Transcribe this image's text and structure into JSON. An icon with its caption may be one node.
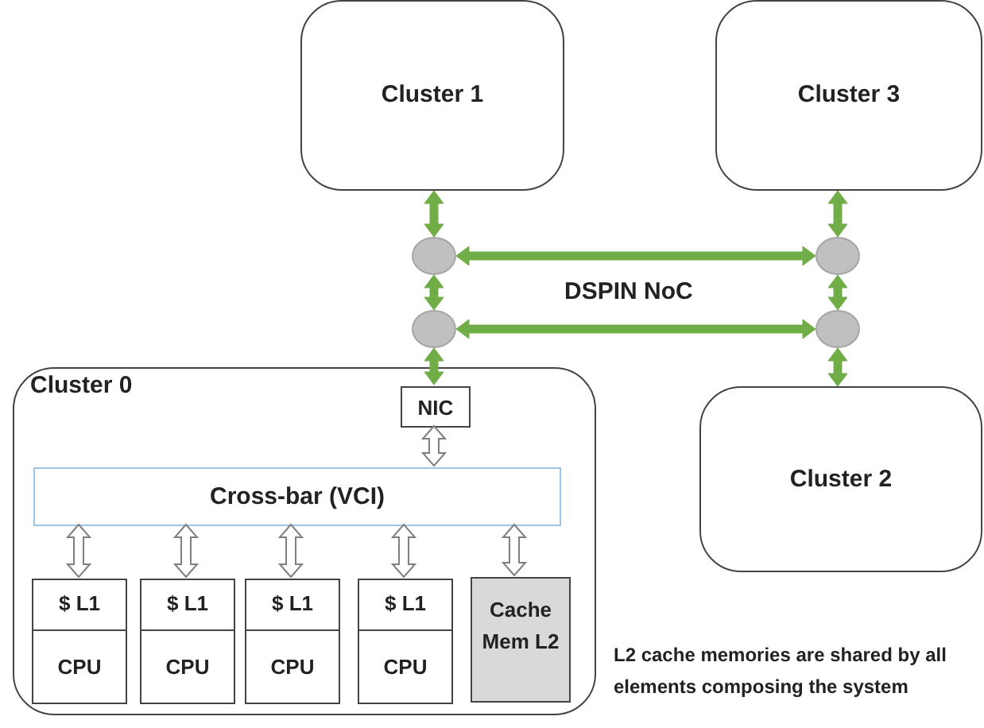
{
  "diagram": {
    "nodes": [
      {
        "text": [
          "Cluster 1"
        ]
      },
      {
        "text": [
          "Cluster 3"
        ]
      },
      {
        "text": [],
        "shape": "circle"
      },
      {
        "text": [],
        "shape": "circle"
      },
      {
        "text": [],
        "shape": "circle"
      },
      {
        "text": [],
        "shape": "circle"
      },
      {
        "text": [
          "Cluster 0"
        ]
      },
      {
        "text": [
          "NIC"
        ],
        "in": 6
      },
      {
        "text": [
          "Cross-bar (VCI)"
        ],
        "in": 6
      },
      {
        "text": [
          "$ L1",
          "CPU"
        ],
        "in": 6
      },
      {
        "text": [
          "$ L1",
          "CPU"
        ],
        "in": 6
      },
      {
        "text": [
          "$ L1",
          "CPU"
        ],
        "in": 6
      },
      {
        "text": [
          "$ L1",
          "CPU"
        ],
        "in": 6
      },
      {
        "text": [
          "Cache Mem L2"
        ],
        "in": 6
      },
      {
        "text": [
          "Cluster 2"
        ]
      }
    ],
    "edges": [
      {
        "from": 0,
        "to": 2,
        "arrow": "both",
        "style": "thick",
        "color": "#70ad47"
      },
      {
        "from": 2,
        "to": 3,
        "arrow": "both",
        "style": "thick",
        "color": "#70ad47"
      },
      {
        "from": 1,
        "to": 3,
        "arrow": "both",
        "style": "thick",
        "color": "#70ad47"
      },
      {
        "from": 2,
        "to": 4,
        "arrow": "both",
        "style": "thick",
        "color": "#70ad47"
      },
      {
        "from": 3,
        "to": 5,
        "arrow": "both",
        "style": "thick",
        "color": "#70ad47"
      },
      {
        "from": 4,
        "to": 5,
        "arrow": "both",
        "style": "thick",
        "color": "#70ad47"
      },
      {
        "from": 4,
        "to": 7,
        "arrow": "both",
        "style": "thick",
        "color": "#70ad47"
      },
      {
        "from": 5,
        "to": 14,
        "arrow": "both",
        "style": "thick",
        "color": "#70ad47"
      },
      {
        "from": 7,
        "to": 8,
        "arrow": "both"
      },
      {
        "from": 8,
        "to": 9,
        "arrow": "both"
      },
      {
        "from": 8,
        "to": 10,
        "arrow": "both"
      },
      {
        "from": 8,
        "to": 11,
        "arrow": "both"
      },
      {
        "from": 8,
        "to": 12,
        "arrow": "both"
      },
      {
        "from": 8,
        "to": 13,
        "arrow": "both"
      }
    ],
    "labels": [
      "DSPIN NoC",
      "L2 cache memories are shared by all elements composing the system"
    ]
  }
}
